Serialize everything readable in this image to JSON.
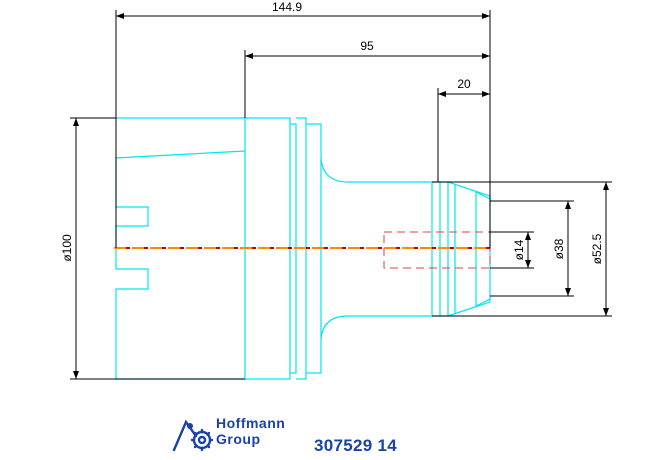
{
  "colors": {
    "outline": "#00e5ee",
    "dimension": "#000000",
    "centerline_a": "#ff8c00",
    "centerline_b": "#c00000",
    "hidden": "#e04040",
    "brand": "#1a43a8"
  },
  "dimensions": {
    "overall_length": "144.9",
    "shank_length": "95",
    "nose_length": "20",
    "body_diameter": "ø100",
    "bore_diameter": "ø14",
    "nose_inner_diameter": "ø38",
    "nose_outer_diameter": "ø52.5"
  },
  "branding": {
    "logo_icon": "hoffmann-group-logo-icon",
    "logo_line1": "Hoffmann",
    "logo_line2": "Group",
    "part_number": "307529 14"
  }
}
